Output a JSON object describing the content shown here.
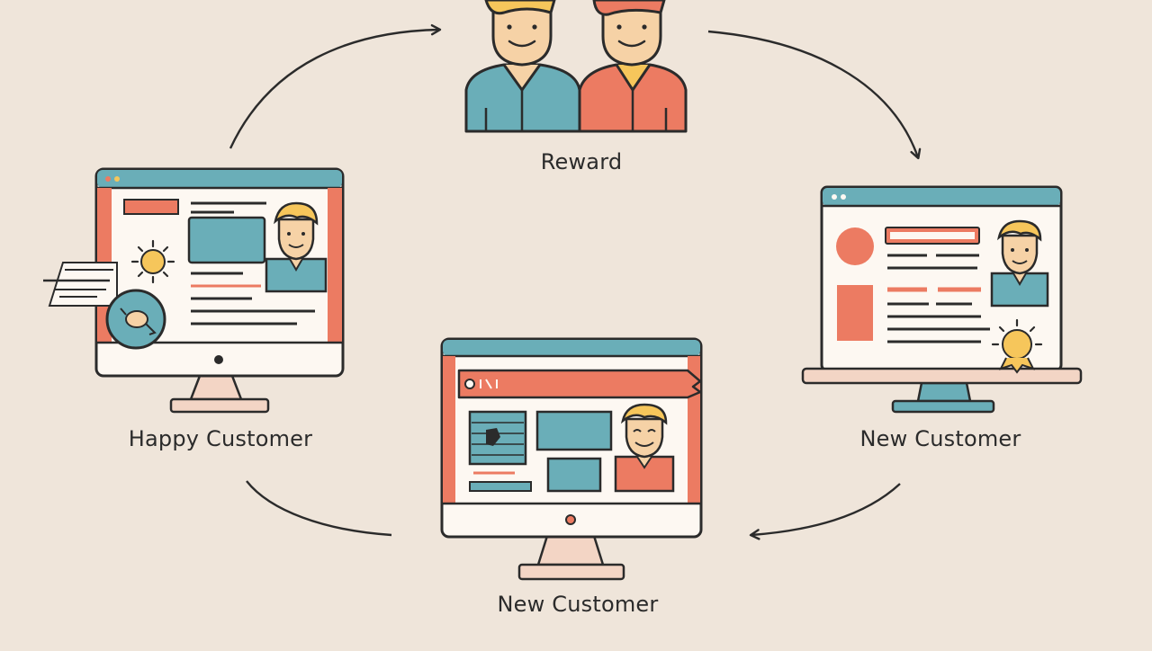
{
  "diagram": {
    "nodes": [
      {
        "id": "reward",
        "label": "Reward",
        "icon": "two-people-icon"
      },
      {
        "id": "happy",
        "label": "Happy Customer",
        "icon": "desktop-monitor-icon"
      },
      {
        "id": "new_right",
        "label": "New Customer",
        "icon": "laptop-icon"
      },
      {
        "id": "new_bottom",
        "label": "New Customer",
        "icon": "desktop-monitor-icon"
      }
    ],
    "edges": [
      {
        "from": "happy",
        "to": "reward"
      },
      {
        "from": "reward",
        "to": "new_right"
      },
      {
        "from": "new_right",
        "to": "new_bottom"
      },
      {
        "from": "new_bottom",
        "to": "happy"
      }
    ],
    "colors": {
      "background": "#efe5da",
      "teal": "#6aaeb8",
      "coral": "#ec7b62",
      "yellow": "#f6c65b",
      "skin": "#f6d2a6",
      "outline": "#2b2b2b"
    }
  }
}
